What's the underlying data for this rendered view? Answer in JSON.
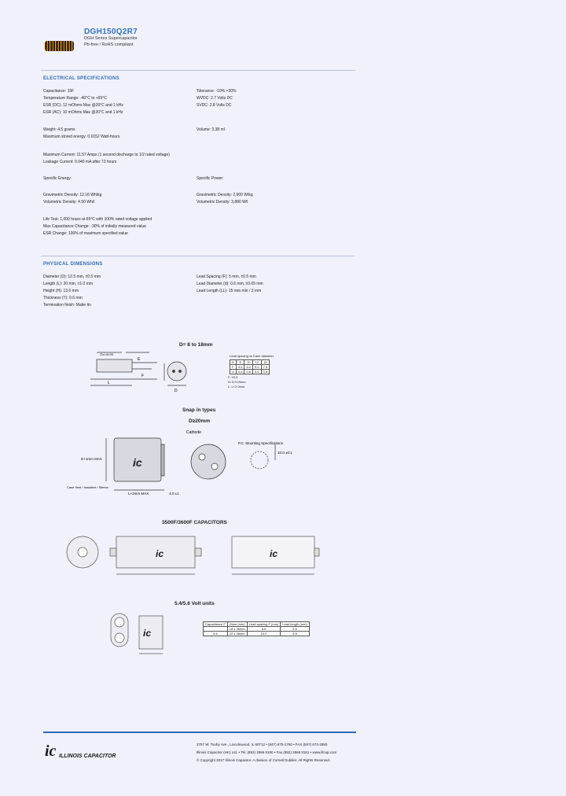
{
  "header": {
    "part_number": "DGH150Q2R7",
    "subtitle": "DGH Series Supercapacitor",
    "compliance": "Pb-free / RoHS compliant"
  },
  "electrical": {
    "heading": "ELECTRICAL SPECIFICATIONS",
    "left": [
      "Capacitance: 15F",
      "Temperature Range: -40°C to +65°C",
      "ESR (DC): 12 mOhms Max @20°C and 1 kHz",
      "ESR (AC): 10 mOhms Max @20°C and 1 kHz"
    ],
    "right": [
      "Tolerance: -10% +30%",
      "WVDC: 2.7 Volts DC",
      "SVDC: 2.8 Volts DC"
    ],
    "weight": "Weight: 4.5 grams",
    "volume": "Volume: 3.38 ml",
    "stored_energy": "Maximum stored energy: 0.0152 Watt-hours",
    "max_current": "Maximum Current: 11.57 Amps (1 second discharge to 1/2 rated voltage)",
    "leakage": "Leakage Current: 0.040 mA after 72 hours",
    "specific_energy": "Specific Energy:",
    "specific_power": "Specific Power:",
    "grav_density": "Gravimetric Density: 12.16 Wh/kg",
    "grav_power": "Gravimetric Density: 2,900 W/kg",
    "vol_density": "Volumetric Density: 4.50 Wh/l",
    "vol_power": "Volumetric Density: 3,880 W/l",
    "life_1": "Life Test: 1,000 hours at 65°C with 100% rated voltage applied",
    "life_2": "Max Capacitance Change: -30% of initially measured value",
    "life_3": "ESR Change: 100% of maximum specified value"
  },
  "physical": {
    "heading": "PHYSICAL DIMENSIONS",
    "left": [
      "Diameter (D): 12.5 mm, ±0.5 mm",
      "Length (L): 20 mm, ±1.0 mm",
      "Height (H): 13.0 mm",
      "Thickness (T): 0.6 mm",
      "Termination finish: Matte tin"
    ],
    "right": [
      "Lead Spacing (F): 5 mm, ±0.5 mm",
      "Lead Diameter (d): 0.6 mm, ±0.05 mm",
      "Lead Length (LL): 15 mm min / 3 mm"
    ]
  },
  "drawings": {
    "d_range": "D= 8 to 18mm",
    "snap_in": "Snap in types",
    "d_snap": "D≥20mm",
    "series_3500": "3500F/3600F CAPACITORS",
    "volt_units": "5.4/5.6 Volt units",
    "lead_table_title": "Lead spacing vs Case diameter",
    "lead_table": [
      [
        "D",
        "8",
        "10",
        "12",
        "16"
      ],
      [
        "F",
        "3.5",
        "5.0",
        "5.0",
        "7.5"
      ],
      [
        "d",
        "0.6",
        "0.6",
        "0.6",
        "0.8"
      ]
    ],
    "notes": [
      "F: ±0.5",
      "D: D+0.5mm",
      "L: L+2.0mm"
    ],
    "labels": {
      "d_phi": "∅d ±0.05",
      "f": "F",
      "l": "L",
      "d": "D",
      "e": "E",
      "cathode": "Cathode",
      "d_max": "D+1mm MAX",
      "l_max": "L+2mm MAX",
      "pc_mounting": "P.C. Mounting Specifications",
      "dim_10": "10.0 ±0.1",
      "dim_4": "4.0 ±1",
      "sleeve_labels": "Case Vent / Insulator / Sleeve",
      "ic": "ic"
    },
    "volt_table": [
      [
        "Capacitance F",
        "Diam (mm)",
        "Lead spacing F (mm)",
        "Lead length (mm)"
      ],
      [
        "",
        "18 x 36mm",
        "8.0",
        "5.6"
      ],
      [
        "5.6",
        "22 x 36mm",
        "10.0",
        "5.6"
      ]
    ]
  },
  "footer": {
    "company": "ILLINOIS CAPACITOR",
    "address": "3757 W. Touhy Ave., Lincolnwood, IL 60712 • (847) 675-1760 • FAX (847) 673-2850",
    "web": "Illinois Capacitor (HK) Ltd. • Tel. (852) 2866 8180 • Fax (852) 2866 8151 • www.illcap.com",
    "copyright": "© Copyright 2017 Illinois Capacitor. A division of Cornell Dubilier. All Rights Reserved."
  },
  "colors": {
    "accent": "#2f6bb3",
    "background": "#f0f1fb",
    "rule": "#b9c0de"
  }
}
